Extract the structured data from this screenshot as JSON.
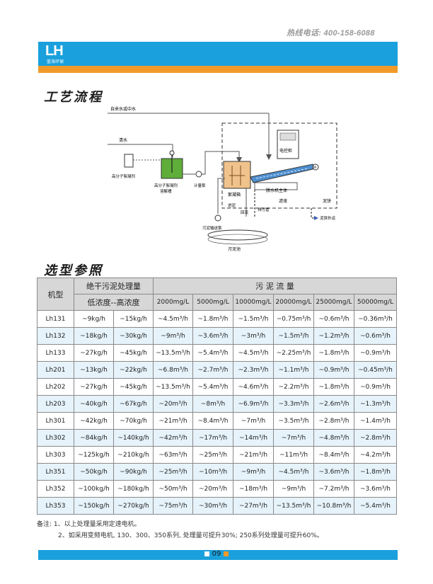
{
  "header": {
    "hotline": "热线电话: 400-158-6088",
    "logo_mark": "LH",
    "logo_sub": "蓝海环保"
  },
  "colors": {
    "brand_blue": "#1aa0dc",
    "accent_orange": "#f19a2a",
    "header_gray": "#d7d7d7",
    "row_alt": "#e6f3fb"
  },
  "process": {
    "title": "工艺流程",
    "labels": {
      "tap_water": "自来水或中水",
      "clear_water": "清水",
      "polymer": "高分子絮凝剂",
      "dissolve_tank": "高分子絮凝剂溶解槽",
      "metering_pump": "计量泵",
      "control_cabinet": "电控柜",
      "floc_tank": "絮凝箱",
      "dewater_main": "脱水机主体",
      "inlet_mud": "进泥",
      "return_flow": "回流",
      "drain_pipe": "排污管",
      "filtrate": "滤液",
      "sludge_cake": "泥饼",
      "sludge_pump": "污泥输送泵",
      "sludge_tank": "污泥池",
      "cake_out": "泥饼外运"
    }
  },
  "selection": {
    "title": "选型参照",
    "headers": {
      "model": "机型",
      "capacity": "绝干污泥处理量",
      "concentration": "低浓度--高浓度",
      "flow": "污 泥 流 量",
      "flow_cols": [
        "2000mg/L",
        "5000mg/L",
        "10000mg/L",
        "20000mg/L",
        "25000mg/L",
        "50000mg/L"
      ]
    },
    "rows": [
      [
        "Lh131",
        "~9kg/h",
        "~15kg/h",
        "~4.5m³/h",
        "~1.8m³/h",
        "~1.5m³/h",
        "~0.75m³/h",
        "~0.6m³/h",
        "~0.36m³/h"
      ],
      [
        "Lh132",
        "~18kg/h",
        "~30kg/h",
        "~9m³/h",
        "~3.6m³/h",
        "~3m³/h",
        "~1.5m³/h",
        "~1.2m³/h",
        "~0.6m³/h"
      ],
      [
        "Lh133",
        "~27kg/h",
        "~45kg/h",
        "~13.5m³/h",
        "~5.4m³/h",
        "~4.5m³/h",
        "~2.25m³/h",
        "~1.8m³/h",
        "~0.9m³/h"
      ],
      [
        "Lh201",
        "~13kg/h",
        "~22kg/h",
        "~6.8m³/h",
        "~2.7m³/h",
        "~2.3m³/h",
        "~1.1m³/h",
        "~0.9m³/h",
        "~0.45m³/h"
      ],
      [
        "Lh202",
        "~27kg/h",
        "~45kg/h",
        "~13.5m³/h",
        "~5.4m³/h",
        "~4.6m³/h",
        "~2.2m³/h",
        "~1.8m³/h",
        "~0.9m³/h"
      ],
      [
        "Lh203",
        "~40kg/h",
        "~67kg/h",
        "~20m³/h",
        "~8m³/h",
        "~6.9m³/h",
        "~3.3m³/h",
        "~2.6m³/h",
        "~1.3m³/h"
      ],
      [
        "Lh301",
        "~42kg/h",
        "~70kg/h",
        "~21m³/h",
        "~8.4m³/h",
        "~7m³/h",
        "~3.5m³/h",
        "~2.8m³/h",
        "~1.4m³/h"
      ],
      [
        "Lh302",
        "~84kg/h",
        "~140kg/h",
        "~42m³/h",
        "~17m³/h",
        "~14m³/h",
        "~7m³/h",
        "~4.8m³/h",
        "~2.8m³/h"
      ],
      [
        "Lh303",
        "~125kg/h",
        "~210kg/h",
        "~63m³/h",
        "~25m³/h",
        "~21m³/h",
        "~11m³/h",
        "~8.4m³/h",
        "~4.2m³/h"
      ],
      [
        "Lh351",
        "~50kg/h",
        "~90kg/h",
        "~25m³/h",
        "~10m³/h",
        "~9m³/h",
        "~4.5m³/h",
        "~3.6m³/h",
        "~1.8m³/h"
      ],
      [
        "Lh352",
        "~100kg/h",
        "~180kg/h",
        "~50m³/h",
        "~20m³/h",
        "~18m³/h",
        "~9m³/h",
        "~7.2m³/h",
        "~3.6m³/h"
      ],
      [
        "Lh353",
        "~150kg/h",
        "~270kg/h",
        "~75m³/h",
        "~30m³/h",
        "~27m³/h",
        "~13.5m³/h",
        "~10.8m³/h",
        "~5.4m³/h"
      ]
    ]
  },
  "notes": {
    "line1": "备注: 1、以上处理量采用定速电机。",
    "line2": "2、如采用变频电机, 130、300、350系列, 处理量可提升30%; 250系列处理量可提升60%。"
  },
  "footer": {
    "page": "09"
  }
}
